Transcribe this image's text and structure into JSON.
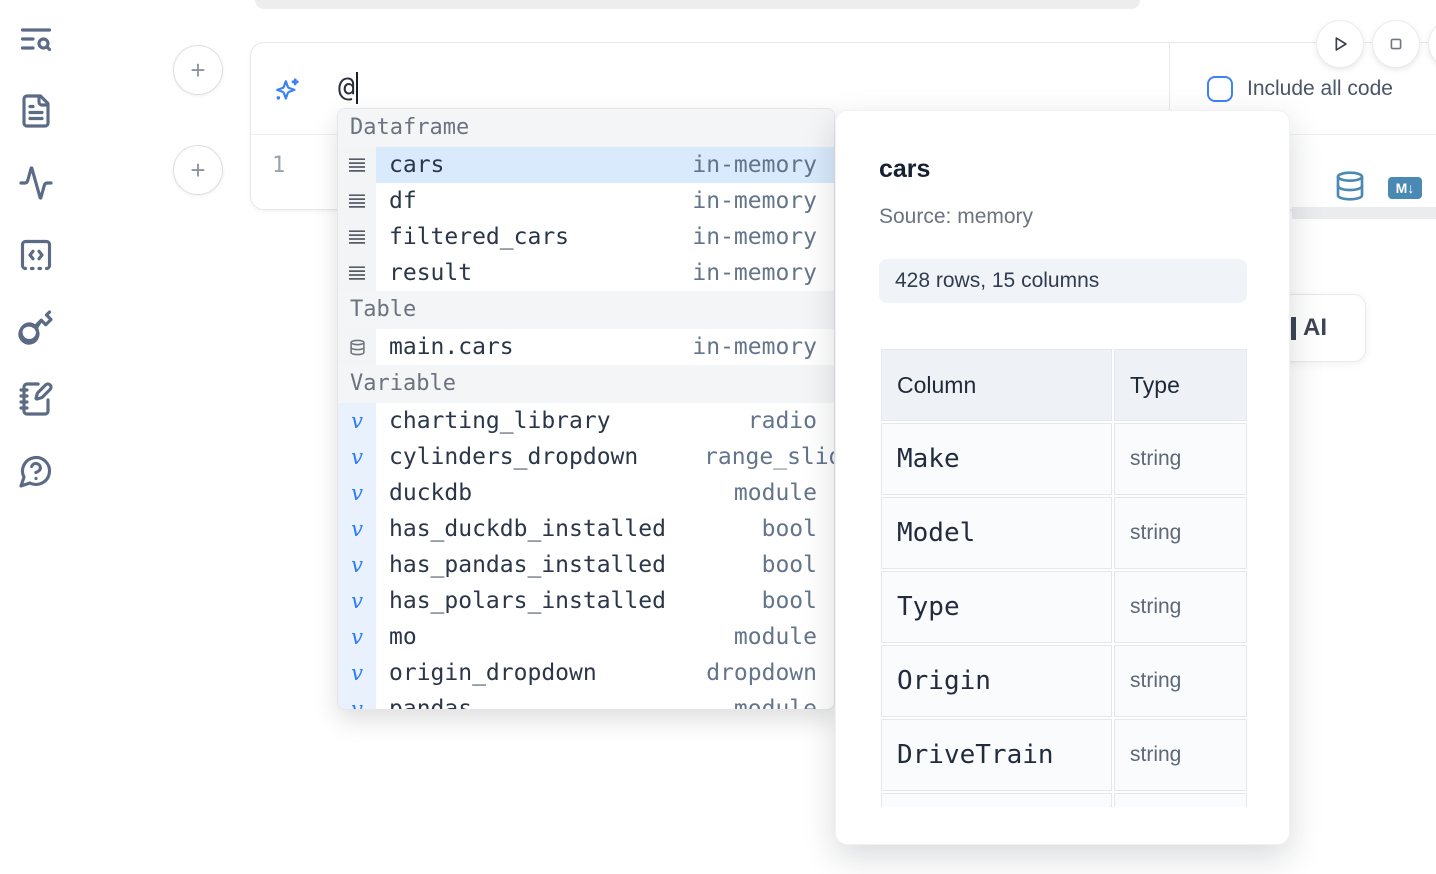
{
  "sidebar": {
    "icons": [
      {
        "name": "text-search-icon"
      },
      {
        "name": "file-text-icon"
      },
      {
        "name": "activity-icon"
      },
      {
        "name": "snippets-icon"
      },
      {
        "name": "key-icon"
      },
      {
        "name": "notebook-pen-icon"
      },
      {
        "name": "help-chat-icon"
      }
    ]
  },
  "toolbar": {
    "run_button": {
      "icon": "play-icon"
    },
    "stop_button": {
      "icon": "stop-icon"
    }
  },
  "add_cell_buttons": [
    {
      "label": "+"
    },
    {
      "label": "+"
    }
  ],
  "cell": {
    "ai_prompt": {
      "icon": "sparkles-icon",
      "value": "@"
    },
    "include_all_code": {
      "label": "Include all code",
      "checked": false
    },
    "editor": {
      "line_number": "1"
    },
    "output_actions": [
      {
        "name": "datasource-icon"
      },
      {
        "name": "markdown-export-icon",
        "label": "M↓"
      }
    ]
  },
  "completion": {
    "sections": [
      {
        "label": "Dataframe",
        "item_icon": "menu",
        "items": [
          {
            "name": "cars",
            "detail": "in-memory",
            "selected": true
          },
          {
            "name": "df",
            "detail": "in-memory"
          },
          {
            "name": "filtered_cars",
            "detail": "in-memory"
          },
          {
            "name": "result",
            "detail": "in-memory"
          }
        ]
      },
      {
        "label": "Table",
        "item_icon": "database",
        "items": [
          {
            "name": "main.cars",
            "detail": "in-memory"
          }
        ]
      },
      {
        "label": "Variable",
        "item_icon": "variable",
        "items": [
          {
            "name": "charting_library",
            "detail": "radio"
          },
          {
            "name": "cylinders_dropdown",
            "detail": "range_slider",
            "overflow": true
          },
          {
            "name": "duckdb",
            "detail": "module"
          },
          {
            "name": "has_duckdb_installed",
            "detail": "bool"
          },
          {
            "name": "has_pandas_installed",
            "detail": "bool"
          },
          {
            "name": "has_polars_installed",
            "detail": "bool"
          },
          {
            "name": "mo",
            "detail": "module"
          },
          {
            "name": "origin_dropdown",
            "detail": "dropdown"
          },
          {
            "name": "pandas",
            "detail": "module",
            "clipped": true
          }
        ]
      }
    ]
  },
  "preview": {
    "title": "cars",
    "source": "Source: memory",
    "shape": "428 rows, 15 columns",
    "table": {
      "headers": [
        "Column",
        "Type"
      ],
      "rows": [
        [
          "Make",
          "string"
        ],
        [
          "Model",
          "string"
        ],
        [
          "Type",
          "string"
        ],
        [
          "Origin",
          "string"
        ],
        [
          "DriveTrain",
          "string"
        ]
      ],
      "partial_row": true
    }
  },
  "ai_chip": {
    "label": "AI"
  },
  "colors": {
    "accent": "#3b82f6",
    "steel_blue": "#4a89b4",
    "selected_row": "#d8eafc",
    "icon_slate": "#5b6b85"
  }
}
